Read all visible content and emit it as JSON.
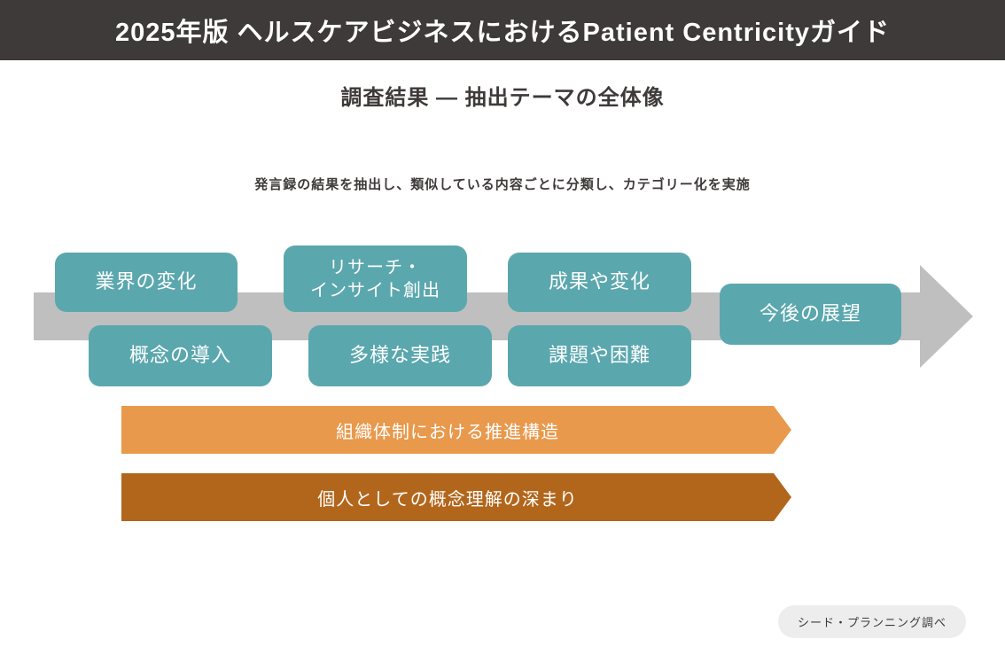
{
  "header": {
    "title": "2025年版 ヘルスケアビジネスにおけるPatient Centricityガイド",
    "bg_color": "#3E3A39"
  },
  "subtitle": "調査結果 — 抽出テーマの全体像",
  "description": "発言録の結果を抽出し、類似している内容ごとに分類し、カテゴリー化を実施",
  "diagram": {
    "arrow_color": "#BFBFBF",
    "box_color": "#5BA7AE",
    "boxes": [
      {
        "id": "industry-change",
        "label": "業界の変化"
      },
      {
        "id": "research-insight",
        "label": "リサーチ・\nインサイト創出"
      },
      {
        "id": "outcome-change",
        "label": "成果や変化"
      },
      {
        "id": "future-outlook",
        "label": "今後の展望"
      },
      {
        "id": "concept-intro",
        "label": "概念の導入"
      },
      {
        "id": "diverse-practice",
        "label": "多様な実践"
      },
      {
        "id": "challenges",
        "label": "課題や困難"
      }
    ]
  },
  "banners": [
    {
      "id": "org-structure",
      "label": "組織体制における推進構造",
      "color": "#E8994C"
    },
    {
      "id": "personal-concept",
      "label": "個人としての概念理解の深まり",
      "color": "#B2661B"
    }
  ],
  "footer": {
    "source_label": "シード・プランニング調べ",
    "badge_bg": "#EDEDED"
  }
}
